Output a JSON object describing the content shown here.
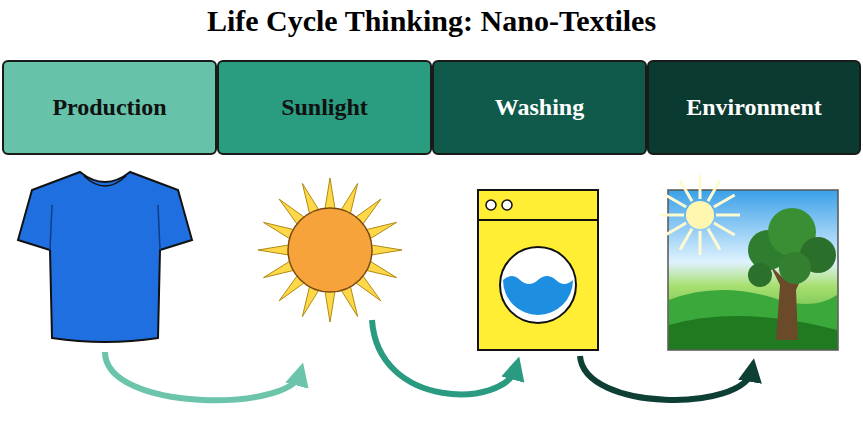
{
  "diagram": {
    "title": "Life Cycle Thinking: Nano-Textiles",
    "nodes": [
      {
        "text": [
          "Production"
        ]
      },
      {
        "text": [
          "Sunlight"
        ]
      },
      {
        "text": [
          "Washing"
        ]
      },
      {
        "text": [
          "Environment"
        ]
      }
    ]
  }
}
